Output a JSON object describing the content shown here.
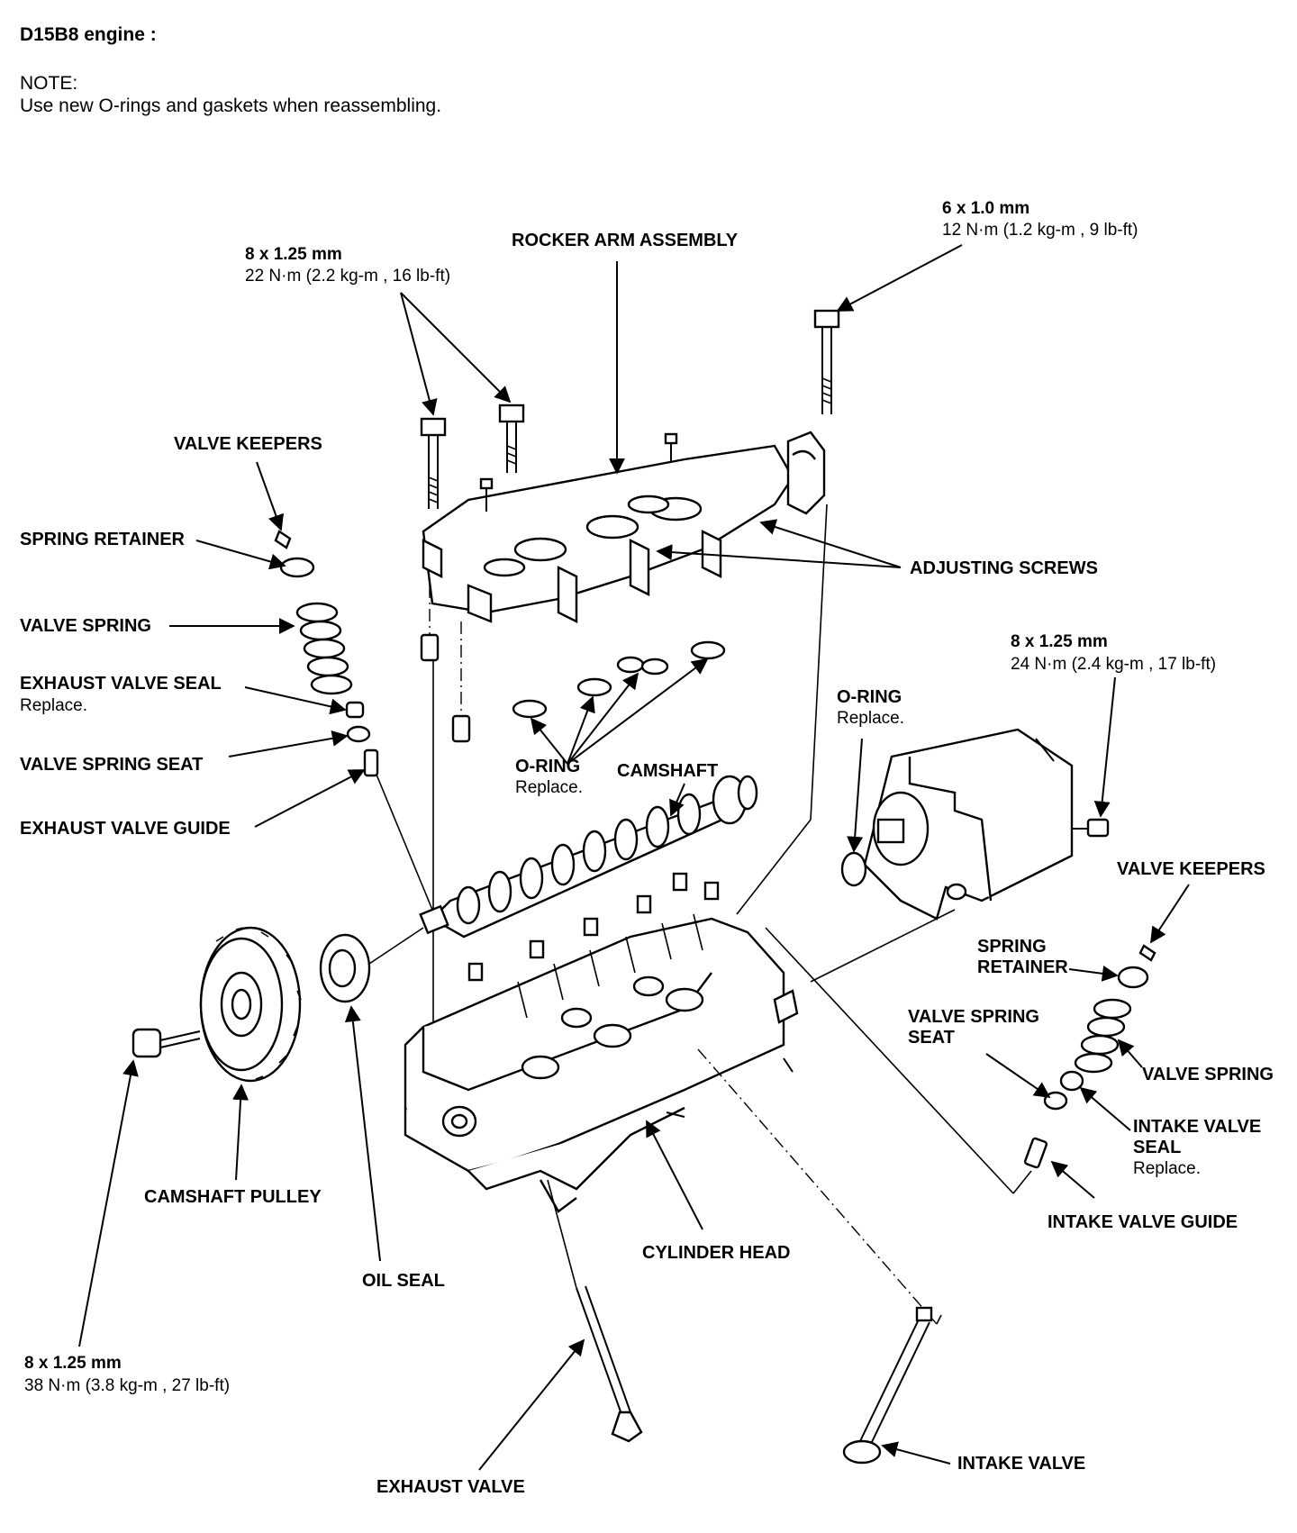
{
  "header": {
    "engine": "D15B8 engine :",
    "note_label": "NOTE:",
    "note_text": "Use new O-rings and gaskets when reassembling."
  },
  "labels": {
    "rocker_arm_assembly": "ROCKER ARM ASSEMBLY",
    "valve_keepers_left": "VALVE KEEPERS",
    "spring_retainer_left": "SPRING RETAINER",
    "valve_spring_left": "VALVE SPRING",
    "exhaust_valve_seal": "EXHAUST VALVE SEAL",
    "exhaust_valve_seal_note": "Replace.",
    "valve_spring_seat_left": "VALVE SPRING SEAT",
    "exhaust_valve_guide": "EXHAUST VALVE GUIDE",
    "adjusting_screws": "ADJUSTING SCREWS",
    "o_ring_center": "O-RING",
    "o_ring_center_note": "Replace.",
    "camshaft": "CAMSHAFT",
    "o_ring_right": "O-RING",
    "o_ring_right_note": "Replace.",
    "valve_keepers_right": "VALVE KEEPERS",
    "spring_retainer_right_1": "SPRING",
    "spring_retainer_right_2": "RETAINER",
    "valve_spring_seat_right_1": "VALVE SPRING",
    "valve_spring_seat_right_2": "SEAT",
    "valve_spring_right": "VALVE SPRING",
    "intake_valve_seal_1": "INTAKE VALVE",
    "intake_valve_seal_2": "SEAL",
    "intake_valve_seal_note": "Replace.",
    "intake_valve_guide": "INTAKE VALVE GUIDE",
    "camshaft_pulley": "CAMSHAFT PULLEY",
    "oil_seal": "OIL SEAL",
    "cylinder_head": "CYLINDER HEAD",
    "exhaust_valve": "EXHAUST VALVE",
    "intake_valve": "INTAKE VALVE"
  },
  "specs": {
    "rocker_bolts": {
      "size": "8 x 1.25 mm",
      "torque": "22  N·m (2.2  kg-m ,  16  lb-ft)"
    },
    "top_right_bolt": {
      "size": "6 x 1.0 mm",
      "torque": "12  N·m (1.2  kg-m ,  9  lb-ft)"
    },
    "distributor_bolt": {
      "size": "8 x 1.25 mm",
      "torque": "24  N·m (2.4  kg-m ,  17  lb-ft)"
    },
    "pulley_bolt": {
      "size": "8 x 1.25 mm",
      "torque": "38  N·m (3.8  kg-m ,  27  lb-ft)"
    }
  }
}
